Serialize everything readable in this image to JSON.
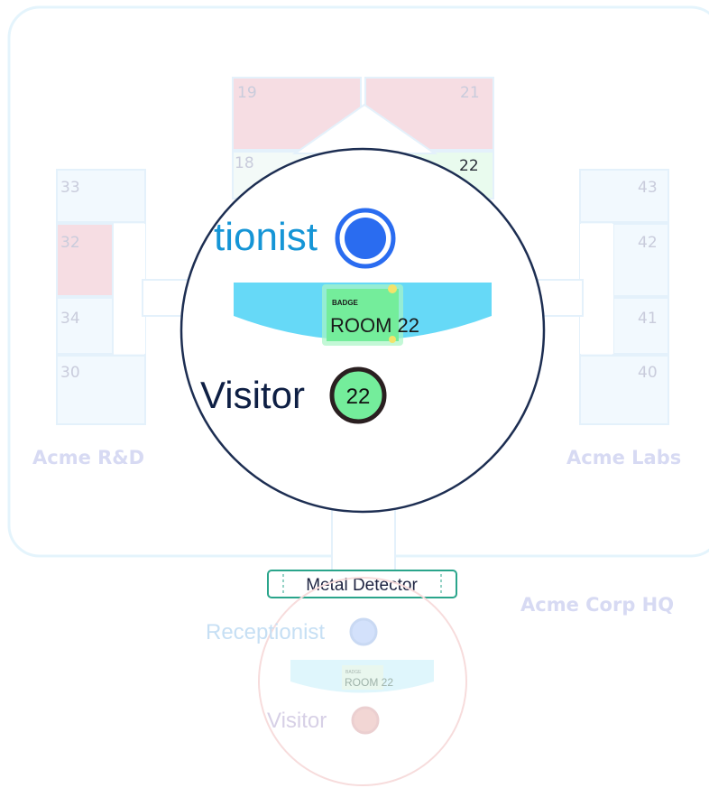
{
  "building": {
    "name": "Acme Corp HQ",
    "left_wing": "Acme R&D",
    "right_wing": "Acme Labs"
  },
  "rooms": {
    "r19": "19",
    "r21": "21",
    "r18": "18",
    "r22": "22",
    "r33": "33",
    "r32": "32",
    "r34": "34",
    "r30": "30",
    "r43": "43",
    "r42": "42",
    "r41": "41",
    "r40": "40"
  },
  "checkpoint": {
    "label": "Metal Detector"
  },
  "magnifier": {
    "receptionist_text": "tionist",
    "visitor_label": "Visitor",
    "visitor_number": "22",
    "badge_header": "BADGE",
    "badge_room": "ROOM 22"
  },
  "reception_desk": {
    "receptionist_label": "Receptionist",
    "visitor_label": "Visitor",
    "badge_header": "BADGE",
    "badge_room": "ROOM 22"
  },
  "colors": {
    "occupied_room": "#f6dde3",
    "target_room": "#e9fbee",
    "empty_room": "#f2f9fe",
    "receptionist": "#2a6cf0",
    "desk": "#66d9f7",
    "badge": "#74ed9b",
    "lens_border": "#1d2e52",
    "detector_border": "#2aa58b"
  }
}
